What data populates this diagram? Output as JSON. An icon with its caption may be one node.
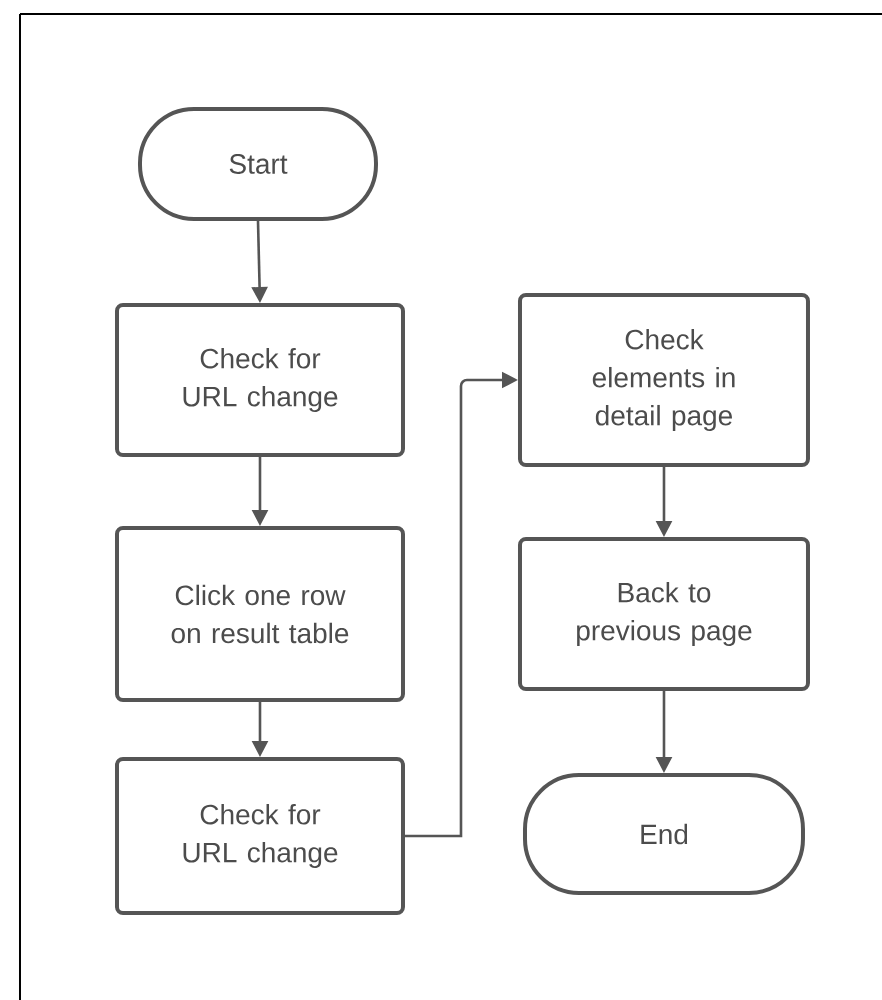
{
  "diagram": {
    "nodes": [
      {
        "text": [
          "Start"
        ]
      },
      {
        "text": [
          "Check for URL change"
        ]
      },
      {
        "text": [
          "Click one row on result table"
        ]
      },
      {
        "text": [
          "Check for URL change"
        ]
      },
      {
        "text": [
          "Check elements in detail page"
        ]
      },
      {
        "text": [
          "Back to previous page"
        ]
      },
      {
        "text": [
          "End"
        ]
      }
    ],
    "edges": [
      {
        "from": 0,
        "to": 1,
        "arrow": "to"
      },
      {
        "from": 1,
        "to": 2,
        "arrow": "to"
      },
      {
        "from": 2,
        "to": 3,
        "arrow": "to"
      },
      {
        "from": 3,
        "to": 4,
        "arrow": "to"
      },
      {
        "from": 4,
        "to": 5,
        "arrow": "to"
      },
      {
        "from": 5,
        "to": 6,
        "arrow": "to"
      }
    ]
  }
}
